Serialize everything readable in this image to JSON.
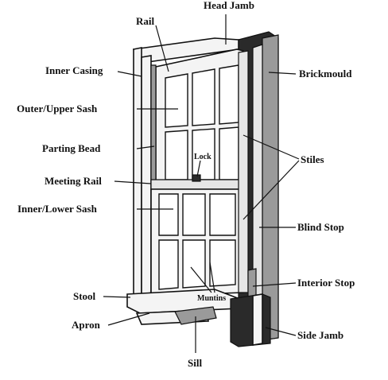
{
  "labels": {
    "head_jamb": "Head Jamb",
    "rail": "Rail",
    "inner_casing": "Inner Casing",
    "brickmould": "Brickmould",
    "outer_upper_sash": "Outer/Upper Sash",
    "parting_bead": "Parting Bead",
    "lock": "Lock",
    "stiles": "Stiles",
    "meeting_rail": "Meeting Rail",
    "inner_lower_sash": "Inner/Lower Sash",
    "blind_stop": "Blind Stop",
    "interior_stop": "Interior Stop",
    "stool": "Stool",
    "muntins": "Muntins",
    "apron": "Apron",
    "side_jamb": "Side Jamb",
    "sill": "Sill"
  },
  "colors": {
    "ink": "#111111",
    "frame_fill": "#f4f4f4",
    "dark_wood": "#2a2a2a",
    "mid_wood": "#9a9a9a"
  }
}
